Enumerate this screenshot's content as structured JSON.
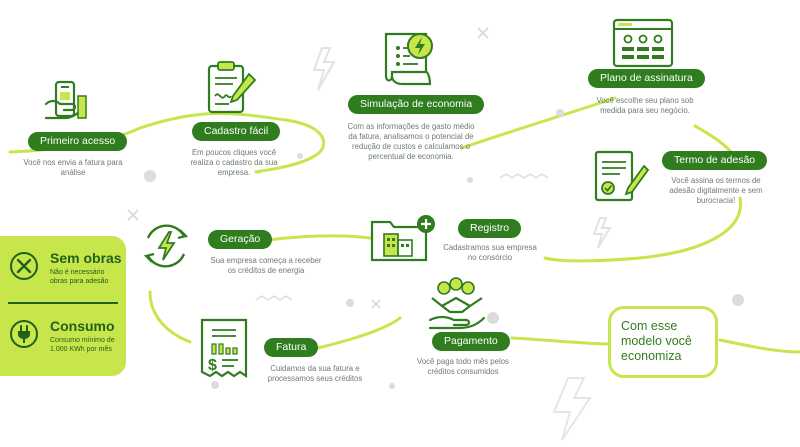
{
  "steps": [
    {
      "title": "Primeiro acesso",
      "desc": "Você nos envia a fatura para análise",
      "icon": "hand-phone-icon"
    },
    {
      "title": "Cadastro fácil",
      "desc": "Em poucos cliques você realiza o cadastro da sua empresa.",
      "icon": "clipboard-form-icon"
    },
    {
      "title": "Simulação de economia",
      "desc": "Com as informações de gasto médio da fatura, analisamos o potencial de redução de custos e calculamos o percentual de economia.",
      "icon": "energy-bill-icon"
    },
    {
      "title": "Plano de assinatura",
      "desc": "Você escolhe seu plano sob medida para seu negócio.",
      "icon": "browser-plans-icon"
    },
    {
      "title": "Termo de adesão",
      "desc": "Você assina os termos de adesão digitalmente e sem burocracia!",
      "icon": "signed-document-icon"
    },
    {
      "title": "Registro",
      "desc": "Cadastramos sua empresa no consórcio",
      "icon": "folder-building-icon"
    },
    {
      "title": "Geração",
      "desc": "Sua empresa começa a receber os créditos de energia",
      "icon": "energy-cycle-icon"
    },
    {
      "title": "Fatura",
      "desc": "Cuidamos da sua fatura e processamos seus créditos",
      "icon": "invoice-icon"
    },
    {
      "title": "Pagamento",
      "desc": "Você paga todo mês pelos créditos consumidos",
      "icon": "handshake-payment-icon"
    }
  ],
  "side": {
    "no_works": {
      "title": "Sem obras",
      "desc": "Não é necessário obras para adesão",
      "icon": "no-tools-icon"
    },
    "consumption": {
      "title": "Consumo",
      "desc": "Consumo mínimo de 1.000 KWh por mês",
      "icon": "plug-icon"
    }
  },
  "final": {
    "text": "Com esse modelo você economiza"
  },
  "colors": {
    "primary": "#2f7d1f",
    "accent": "#c6e64b",
    "text": "#6f7a73",
    "decor": "#dcdcdc"
  }
}
